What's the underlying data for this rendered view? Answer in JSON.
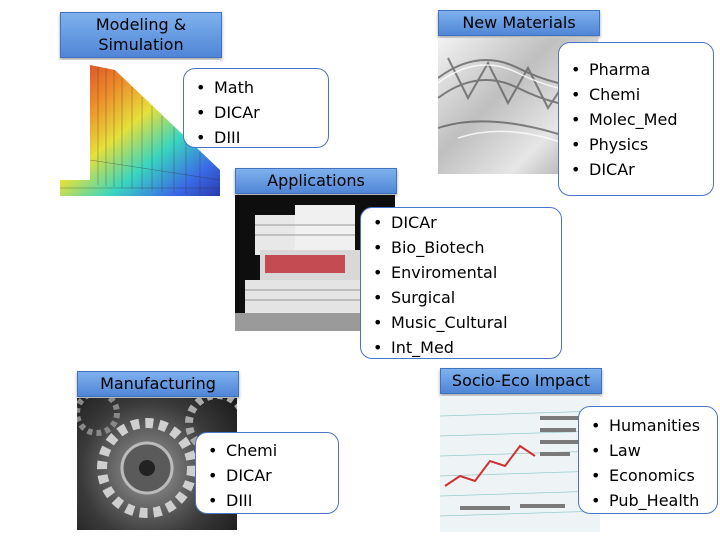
{
  "groups": {
    "modeling": {
      "title_line1": "Modeling &",
      "title_line2": "Simulation",
      "items": [
        "Math",
        "DICAr",
        "DIII"
      ]
    },
    "new_materials": {
      "title": "New Materials",
      "items": [
        "Pharma",
        "Chemi",
        "Molec_Med",
        "Physics",
        "DICAr"
      ]
    },
    "applications": {
      "title": "Applications",
      "items": [
        "DICAr",
        "Bio_Biotech",
        "Enviromental",
        "Surgical",
        "Music_Cultural",
        "Int_Med"
      ]
    },
    "manufacturing": {
      "title": "Manufacturing",
      "items": [
        "Chemi",
        "DICAr",
        "DIII"
      ]
    },
    "socio_eco": {
      "title": "Socio-Eco Impact",
      "items": [
        "Humanities",
        "Law",
        "Economics",
        "Pub_Health"
      ]
    }
  },
  "colors": {
    "header_fill": "#5f95e0",
    "card_border": "#4a74c8"
  }
}
